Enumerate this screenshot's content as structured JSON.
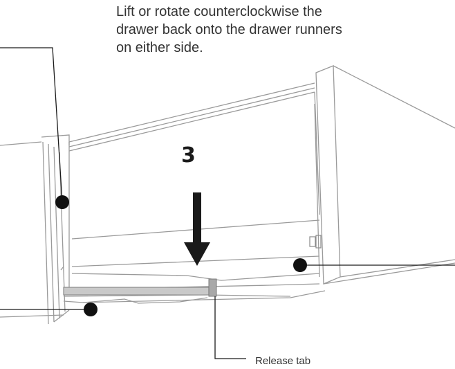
{
  "instruction": {
    "lines": [
      "Lift or rotate counterclockwise the",
      "drawer back onto the drawer runners",
      "on either side."
    ]
  },
  "step": {
    "number": "3"
  },
  "callouts": {
    "release_tab": "Release tab"
  },
  "icons": {
    "arrow": "down-arrow-icon",
    "marker": "callout-dot-icon"
  },
  "colors": {
    "outline": "#9a9a9a",
    "callout": "#1a1a1a",
    "text": "#333333"
  }
}
